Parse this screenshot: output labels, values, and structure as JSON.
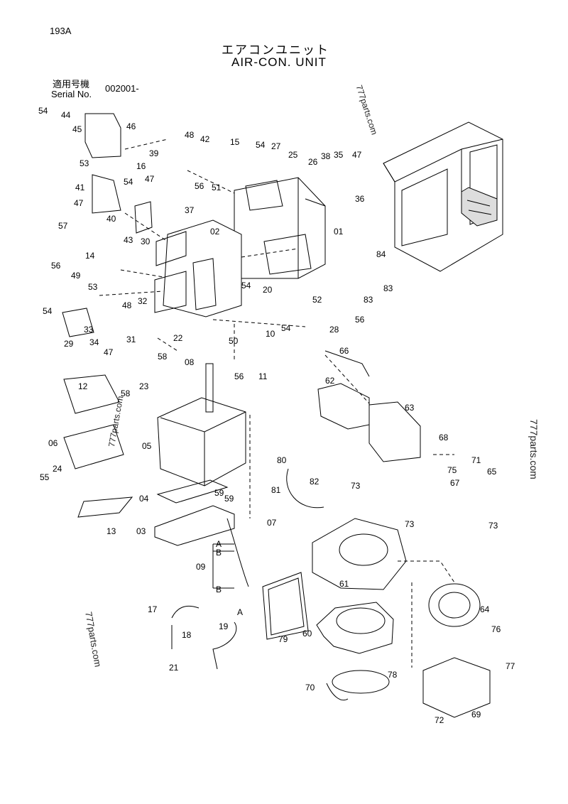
{
  "header": {
    "page_code": "193A",
    "title_jp": "エアコンユニット",
    "title_en": "AIR-CON. UNIT",
    "serial_label_jp": "適用号機",
    "serial_label_en": "Serial No.",
    "serial_value": "002001-"
  },
  "watermarks": [
    "777parts.com",
    "777parts.com",
    "777parts.com",
    "777parts.com"
  ],
  "parts": [
    "54",
    "44",
    "45",
    "46",
    "53",
    "16",
    "39",
    "48",
    "42",
    "15",
    "54",
    "27",
    "25",
    "26",
    "38",
    "35",
    "47",
    "36",
    "41",
    "54",
    "47",
    "56",
    "51",
    "37",
    "47",
    "40",
    "30",
    "02",
    "01",
    "57",
    "43",
    "14",
    "84",
    "56",
    "49",
    "53",
    "54",
    "20",
    "83",
    "83",
    "52",
    "54",
    "48",
    "32",
    "56",
    "28",
    "33",
    "34",
    "31",
    "47",
    "29",
    "22",
    "10",
    "54",
    "50",
    "58",
    "08",
    "56",
    "66",
    "11",
    "58",
    "23",
    "12",
    "62",
    "63",
    "06",
    "05",
    "68",
    "24",
    "55",
    "80",
    "82",
    "73",
    "71",
    "75",
    "65",
    "67",
    "81",
    "04",
    "59",
    "59",
    "13",
    "03",
    "07",
    "73",
    "73",
    "A",
    "B",
    "09",
    "61",
    "B",
    "64",
    "17",
    "A",
    "76",
    "19",
    "18",
    "79",
    "60",
    "77",
    "78",
    "21",
    "70",
    "72",
    "69"
  ]
}
